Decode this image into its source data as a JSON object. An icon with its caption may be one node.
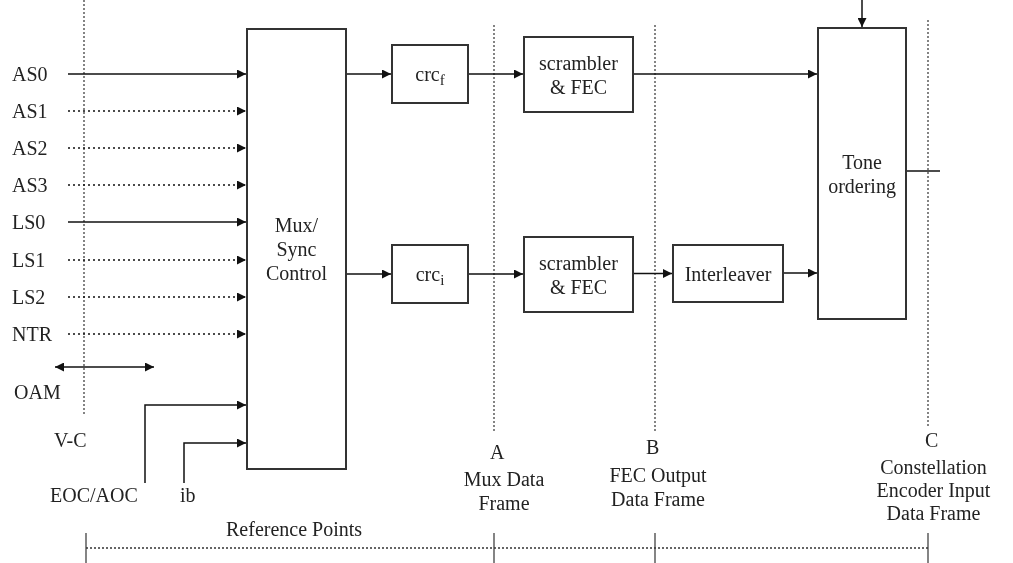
{
  "diagram": {
    "nodes": [
      {
        "text": [
          "AS0"
        ]
      },
      {
        "text": [
          "AS1"
        ]
      },
      {
        "text": [
          "AS2"
        ]
      },
      {
        "text": [
          "AS3"
        ]
      },
      {
        "text": [
          "LS0"
        ]
      },
      {
        "text": [
          "LS1"
        ]
      },
      {
        "text": [
          "LS2"
        ]
      },
      {
        "text": [
          "NTR"
        ]
      },
      {
        "text": [
          "Mux/ Sync Control"
        ]
      },
      {
        "text": [
          "crc$_{f}$"
        ]
      },
      {
        "text": [
          "crc$_{i}$"
        ]
      },
      {
        "text": [
          "scrambler & FEC"
        ]
      },
      {
        "text": [
          "scrambler & FEC"
        ]
      },
      {
        "text": [
          "Interleaver"
        ]
      },
      {
        "text": [
          "Tone ordering"
        ]
      },
      {
        "text": [
          "EOC/AOC"
        ]
      },
      {
        "text": [
          "ib"
        ]
      }
    ],
    "edges": [
      {
        "from": 0,
        "to": 8,
        "arrow": "to"
      },
      {
        "from": 1,
        "to": 8,
        "arrow": "to",
        "style": "dashed"
      },
      {
        "from": 2,
        "to": 8,
        "arrow": "to",
        "style": "dashed"
      },
      {
        "from": 3,
        "to": 8,
        "arrow": "to",
        "style": "dashed"
      },
      {
        "from": 4,
        "to": 8,
        "arrow": "to"
      },
      {
        "from": 5,
        "to": 8,
        "arrow": "to",
        "style": "dashed"
      },
      {
        "from": 6,
        "to": 8,
        "arrow": "to",
        "style": "dashed"
      },
      {
        "from": 7,
        "to": 8,
        "arrow": "to",
        "style": "dashed"
      },
      {
        "from": 15,
        "to": 8,
        "arrow": "to"
      },
      {
        "from": 16,
        "to": 8,
        "arrow": "to"
      },
      {
        "from": 8,
        "to": 9,
        "arrow": "to"
      },
      {
        "from": 8,
        "to": 10,
        "arrow": "to"
      },
      {
        "from": 9,
        "to": 11,
        "arrow": "to"
      },
      {
        "from": 10,
        "to": 12,
        "arrow": "to"
      },
      {
        "from": 11,
        "to": 14,
        "arrow": "to"
      },
      {
        "from": 12,
        "to": 13,
        "arrow": "to"
      },
      {
        "from": 13,
        "to": 14,
        "arrow": "to"
      },
      {
        "from": null,
        "to": 14,
        "arrow": "to"
      },
      {
        "from": 14,
        "to": null,
        "arrow": "none"
      }
    ],
    "labels": [
      "OAM",
      "V-C",
      "A",
      "Mux Data Frame",
      "B",
      "FEC Output Data Frame",
      "C",
      "Constellation Encoder Input Data Frame",
      "Reference Points"
    ]
  }
}
